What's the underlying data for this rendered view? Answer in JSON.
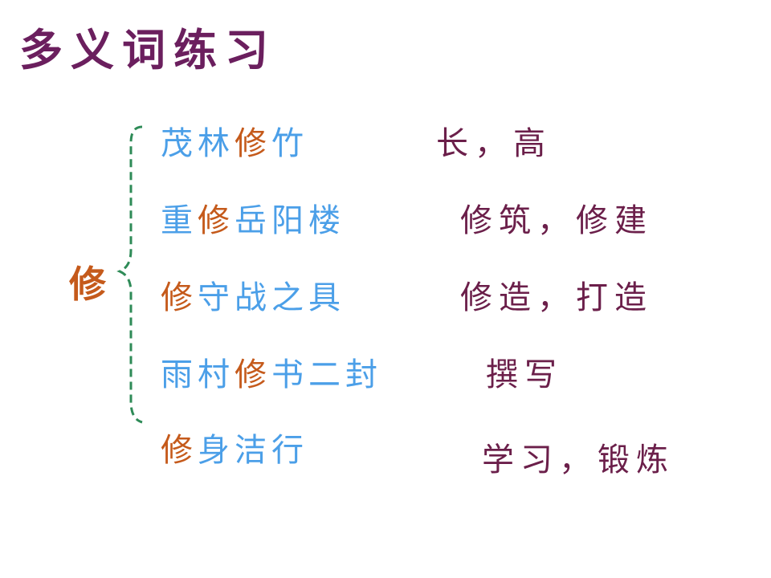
{
  "title": "多义词练习",
  "key_char": "修",
  "colors": {
    "title": "#6b1f5e",
    "key": "#c55a1b",
    "example": "#4b9fe8",
    "meaning": "#6b1f4a",
    "brace": "#2e8b57"
  },
  "rows": [
    {
      "pre": "茂林",
      "hl": "修",
      "post": "竹",
      "meaning": "长，高"
    },
    {
      "pre": "重",
      "hl": "修",
      "post": "岳阳楼",
      "meaning": "修筑，修建"
    },
    {
      "pre": "",
      "hl": "修",
      "post": "守战之具",
      "meaning": "修造，打造"
    },
    {
      "pre": "雨村",
      "hl": "修",
      "post": "书二封",
      "meaning": "撰写"
    },
    {
      "pre": "",
      "hl": "修",
      "post": "身洁行",
      "meaning": "学习，锻炼"
    }
  ]
}
